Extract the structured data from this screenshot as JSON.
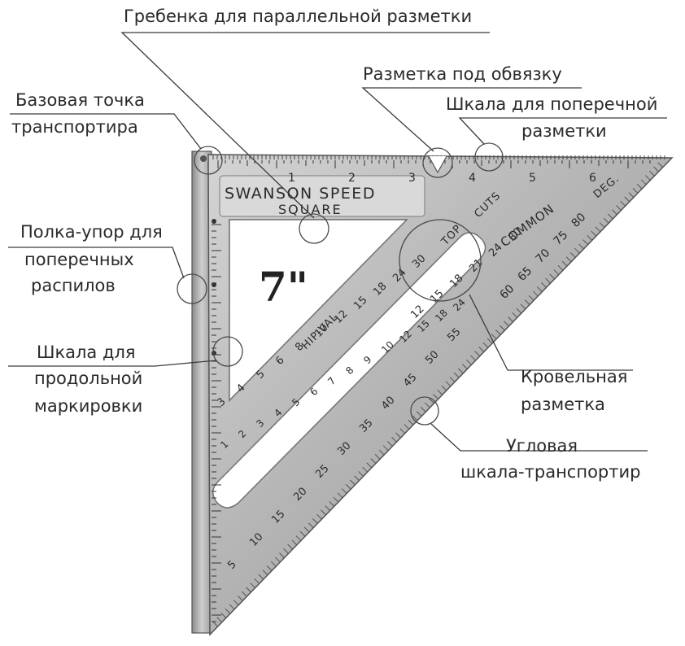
{
  "labels": {
    "comb": "Гребенка для параллельной разметки",
    "truss": "Разметка под обвязку",
    "pivot_1": "Базовая точка",
    "pivot_2": "транспортира",
    "cross_scale_1": "Шкала для поперечной",
    "cross_scale_2": "разметки",
    "lip_1": "Полка-упор для",
    "lip_2": "поперечных",
    "lip_3": "распилов",
    "long_scale_1": "Шкала для",
    "long_scale_2": "продольной",
    "long_scale_3": "маркировки",
    "rafter_1": "Кровельная",
    "rafter_2": "разметка",
    "protractor_1": "Угловая",
    "protractor_2": "шкала-транспортир"
  },
  "tool": {
    "brand_line_1": "SWANSON SPEED",
    "brand_line_2": "SQUARE",
    "size": "7\"",
    "word_common": "COMMON",
    "word_cuts": "CUTS",
    "word_top": "TOP",
    "word_deg": "DEG.",
    "word_hipval": "HIP-VAL",
    "inch_marks": [
      "1",
      "2",
      "3",
      "4",
      "5",
      "6"
    ],
    "degree_marks": [
      "60",
      "65",
      "70",
      "75",
      "80"
    ],
    "common_scale": [
      "12",
      "15",
      "18",
      "21",
      "24",
      "30"
    ],
    "hip_scale": [
      "3",
      "4",
      "5",
      "6",
      "8",
      "10",
      "12",
      "15",
      "18",
      "24",
      "30"
    ],
    "inner_row_1": [
      "1",
      "2",
      "3",
      "4",
      "5",
      "6",
      "7",
      "8",
      "9",
      "10",
      "12",
      "15",
      "18",
      "24"
    ],
    "inner_row_2": [
      "5",
      "10",
      "15",
      "20",
      "25",
      "30",
      "35",
      "40",
      "45",
      "50",
      "55"
    ]
  },
  "colors": {
    "metal_light": "#c9c9c9",
    "metal_mid": "#a6a6a6",
    "metal_dark": "#6e6e6e",
    "label_text": "#2a2a2a"
  }
}
